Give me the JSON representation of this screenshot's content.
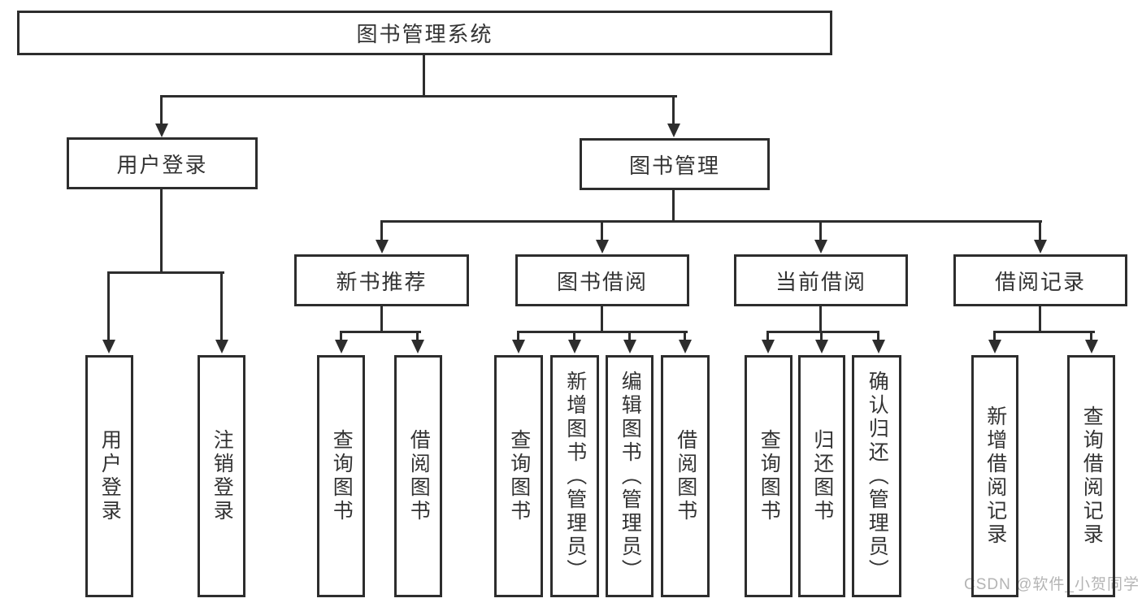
{
  "diagram": {
    "type": "org-chart",
    "title": "图书管理系统",
    "tree": {
      "label": "图书管理系统",
      "children": [
        {
          "label": "用户登录",
          "children": [
            {
              "label": "用户登录"
            },
            {
              "label": "注销登录"
            }
          ]
        },
        {
          "label": "图书管理",
          "children": [
            {
              "label": "新书推荐",
              "children": [
                {
                  "label": "查询图书"
                },
                {
                  "label": "借阅图书"
                }
              ]
            },
            {
              "label": "图书借阅",
              "children": [
                {
                  "label": "查询图书"
                },
                {
                  "label": "新增图书（管理员）"
                },
                {
                  "label": "编辑图书（管理员）"
                },
                {
                  "label": "借阅图书"
                }
              ]
            },
            {
              "label": "当前借阅",
              "children": [
                {
                  "label": "查询图书"
                },
                {
                  "label": "归还图书"
                },
                {
                  "label": "确认归还（管理员）"
                }
              ]
            },
            {
              "label": "借阅记录",
              "children": [
                {
                  "label": "新增借阅记录"
                },
                {
                  "label": "查询借阅记录"
                }
              ]
            }
          ]
        }
      ]
    }
  },
  "watermark": {
    "text": "CSDN @软件_小贺同学"
  },
  "colors": {
    "line": "#2d2d2d",
    "text": "#333333",
    "watermark": "#b4b4b4",
    "background": "#ffffff"
  }
}
